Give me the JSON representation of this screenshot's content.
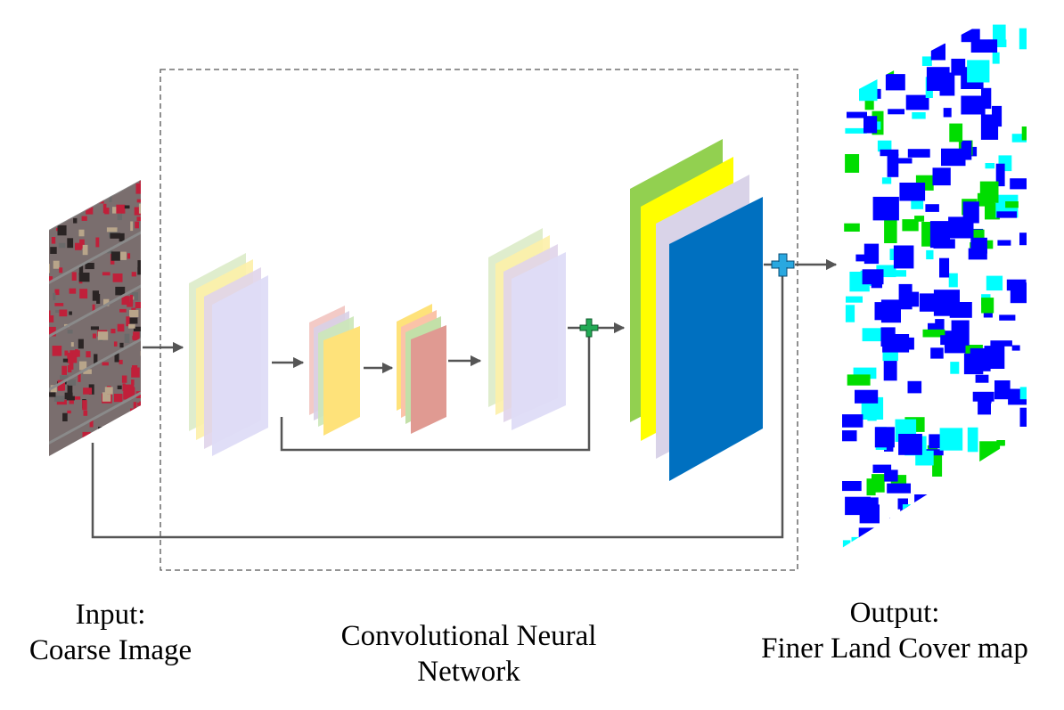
{
  "input_caption": {
    "line1": "Input:",
    "line2": "Coarse Image"
  },
  "network_caption": {
    "line1": "Convolutional Neural",
    "line2": "Network"
  },
  "output_caption": {
    "line1": "Output:",
    "line2": "Finer Land Cover map"
  },
  "colors": {
    "arrow": "#555555",
    "dashed_box": "#555555",
    "plus_green": "#22aa55",
    "plus_blue": "#29a8e0",
    "layer_green": "#92d050",
    "layer_yellow": "#ffff00",
    "layer_lavender": "#d9d3e8",
    "layer_blue": "#0070c0",
    "map_blue": "#0000ff",
    "map_cyan": "#00ffff",
    "map_green": "#00dd00",
    "image_red": "#c0203a",
    "image_gray": "#6a6a6a"
  }
}
